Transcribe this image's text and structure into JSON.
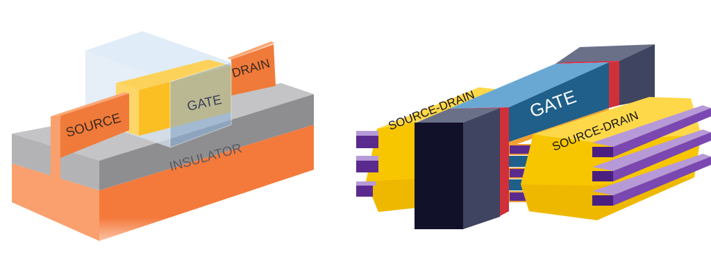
{
  "finfet": {
    "labels": {
      "source": "SOURCE",
      "drain": "DRAIN",
      "gate": "GATE",
      "insulator": "INSULATOR"
    },
    "colors": {
      "substrate": "#f47a3c",
      "insulator": "#a9a9ab",
      "source_drain": "#f07a3a",
      "channel": "#fbbf24",
      "gate_glass": "#a9c8e8"
    }
  },
  "gaafet": {
    "labels": {
      "source_drain_left": "SOURCE-DRAIN",
      "source_drain_right": "SOURCE-DRAIN",
      "gate": "GATE"
    },
    "colors": {
      "gate_top": "#6aa8d4",
      "gate_side": "#1f5f8a",
      "gate_cap": "#12112a",
      "spacer": "#d0303a",
      "source_drain": "#f7c600",
      "nanosheet": "#5b2a8e"
    }
  }
}
